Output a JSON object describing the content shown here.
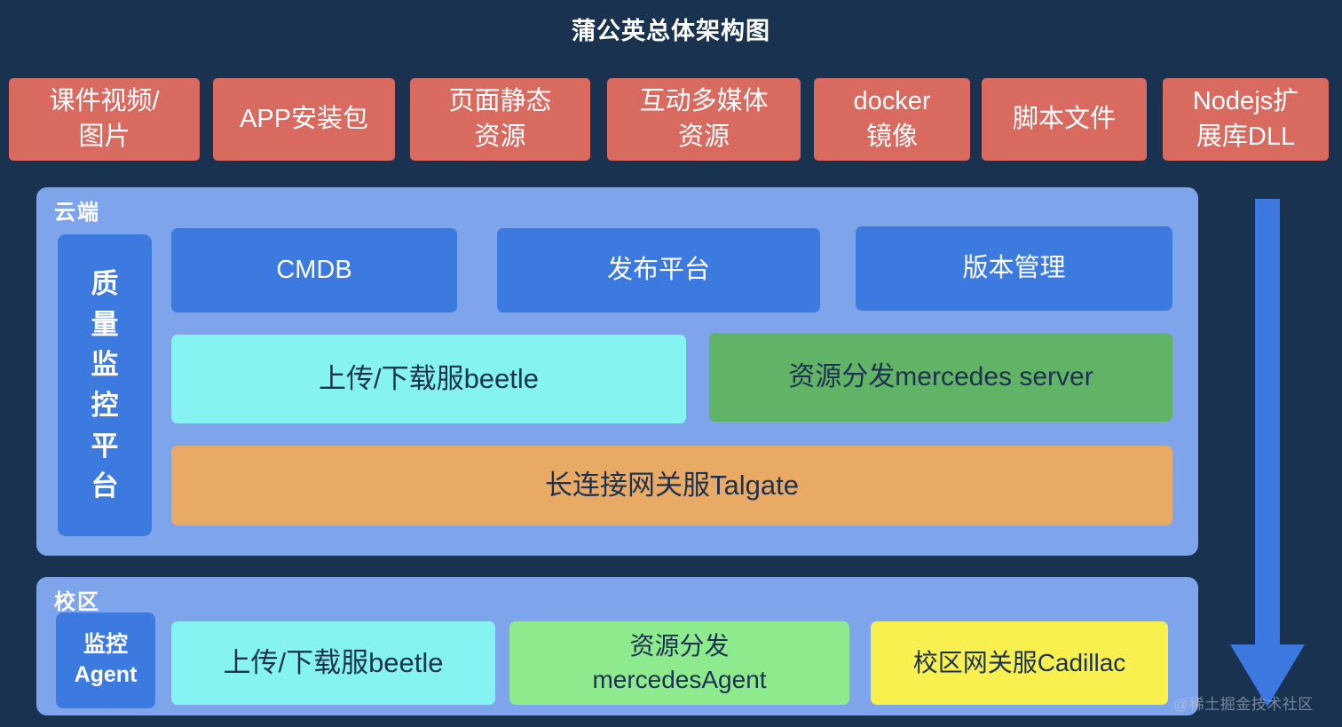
{
  "title": "蒲公英总体架构图",
  "top_row": {
    "items": [
      {
        "label": "课件视频/\n图片"
      },
      {
        "label": "APP安装包"
      },
      {
        "label": "页面静态\n资源"
      },
      {
        "label": "互动多媒体\n资源"
      },
      {
        "label": "docker\n镜像"
      },
      {
        "label": "脚本文件"
      },
      {
        "label": "Nodejs扩\n展库DLL"
      }
    ]
  },
  "cloud": {
    "label": "云端",
    "quality_platform": "质\n量\n监\n控\n平\n台",
    "cmdb": "CMDB",
    "release_platform": "发布平台",
    "version_management": "版本管理",
    "upload_download": "上传/下载服beetle",
    "distribution_server": "资源分发mercedes server",
    "gateway": "长连接网关服Talgate"
  },
  "campus": {
    "label": "校区",
    "monitor_agent": "监控\nAgent",
    "upload_download": "上传/下载服beetle",
    "distribution_agent": "资源分发\nmercedesAgent",
    "gateway": "校区网关服Cadillac"
  },
  "watermark": "@稀土掘金技术社区",
  "colors": {
    "bg": "#183250",
    "red": "#d96a60",
    "panel": "#7ea4eb",
    "blue": "#3d7ae0",
    "cyan": "#86f3f3",
    "green": "#61b365",
    "orange": "#e9aa66",
    "lightgreen": "#8deb8d",
    "yellow": "#f7f04f",
    "darktext": "#1d3250",
    "arrow": "#3c78e0",
    "watermark": "#c6cbd3"
  }
}
